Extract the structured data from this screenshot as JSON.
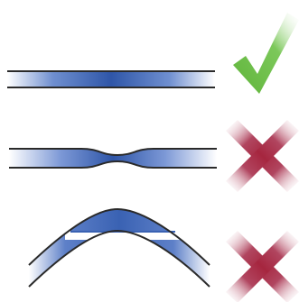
{
  "diagram": {
    "rows": [
      {
        "shape": "straight-strip",
        "verdict": "correct",
        "mark": "check"
      },
      {
        "shape": "pinched-strip",
        "verdict": "incorrect",
        "mark": "cross"
      },
      {
        "shape": "bent-strip",
        "verdict": "incorrect",
        "mark": "cross"
      }
    ],
    "colors": {
      "strip_dark": "#2f56a8",
      "strip_mid": "#6f8fd0",
      "strip_light": "#ffffff",
      "outline": "#2a2a2a",
      "check": "#6fbf4a",
      "cross": "#a6263f"
    }
  }
}
